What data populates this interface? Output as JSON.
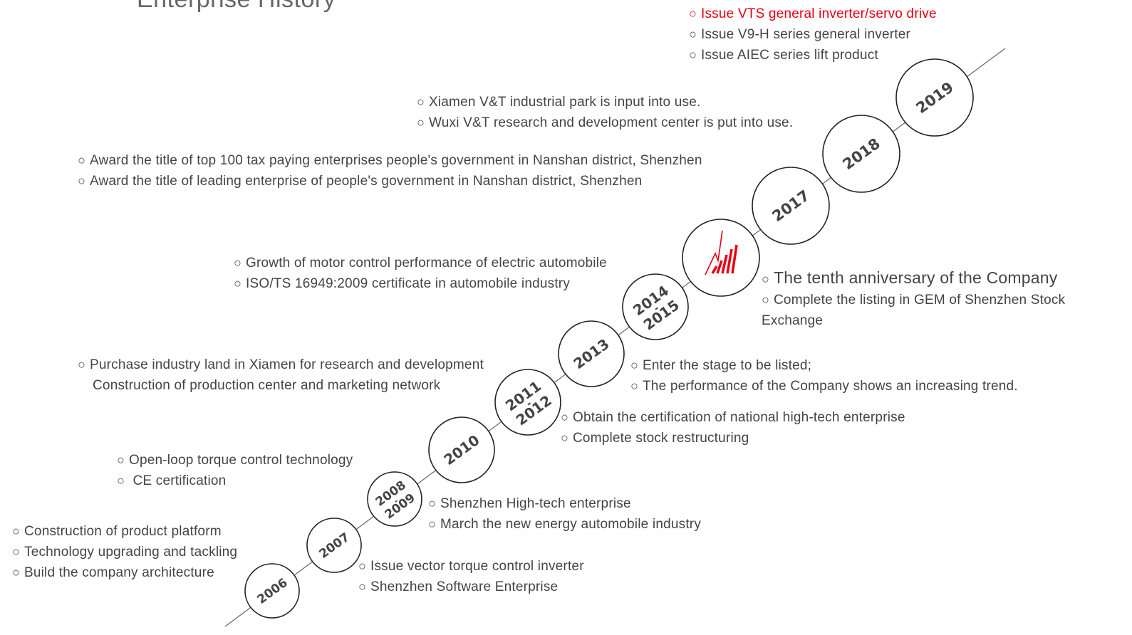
{
  "page": {
    "title": "Enterprise History",
    "accent_color": "#e60012",
    "text_color": "#444444",
    "line_color": "#666666",
    "bullet": "○"
  },
  "milestones": [
    {
      "year": "2006"
    },
    {
      "year": "2007"
    },
    {
      "year": "2008",
      "year2": "2009"
    },
    {
      "year": "2010"
    },
    {
      "year": "2011",
      "year2": "2012"
    },
    {
      "year": "2013"
    },
    {
      "year": "2014",
      "year2": "2015"
    },
    {
      "icon": "rising-bar-chart-logo-icon"
    },
    {
      "year": "2017"
    },
    {
      "year": "2018"
    },
    {
      "year": "2019"
    }
  ],
  "events": {
    "y2006": [
      "Construction of product platform",
      "Technology upgrading and tackling",
      "Build the company architecture"
    ],
    "y2007": [
      "Issue vector torque control inverter",
      "Shenzhen Software Enterprise"
    ],
    "y2008_2009": [
      "Open-loop torque control technology",
      " CE certification"
    ],
    "y2010": [
      "Shenzhen High-tech enterprise",
      "March the new energy automobile industry"
    ],
    "y2011_2012": [
      "Purchase industry land in Xiamen for research and development",
      "Construction of production center and marketing network"
    ],
    "y2013": [
      "Obtain the certification of national high-tech enterprise",
      "Complete stock restructuring"
    ],
    "y2014_2015": [
      "Enter the stage to be listed;",
      "The performance of the Company shows an increasing trend."
    ],
    "y2015_growth": [
      "Growth of motor control performance of electric automobile",
      "ISO/TS 16949:2009 certificate in automobile industry"
    ],
    "y2016": [
      "The tenth anniversary of the Company",
      "Complete the listing in GEM of Shenzhen Stock Exchange"
    ],
    "y2017": [
      "Award the title of top 100 tax paying enterprises people's government in Nanshan district, Shenzhen",
      "Award the title of leading enterprise of people's government in Nanshan district, Shenzhen"
    ],
    "y2018": [
      "Xiamen V&T industrial park is input into use.",
      "Wuxi V&T research and development center is put into use."
    ],
    "y2019": [
      "Issue VTS general inverter/servo drive",
      "Issue V9-H series general inverter",
      "Issue AIEC series lift product"
    ]
  }
}
